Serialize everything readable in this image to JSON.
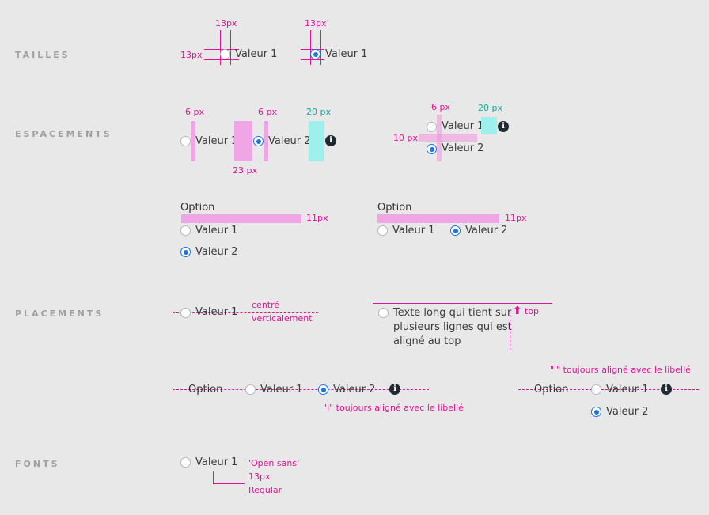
{
  "sections": {
    "tailles": "TAILLES",
    "espacements": "ESPACEMENTS",
    "placements": "PLACEMENTS",
    "fonts": "FONTS"
  },
  "values": {
    "valeur1": "Valeur 1",
    "valeur2": "Valeur 2",
    "option": "Option",
    "info_symbol": "i"
  },
  "annotations": {
    "px13": "13px",
    "px6": "6 px",
    "px20": "20 px",
    "px23": "23 px",
    "px10": "10 px",
    "px11": "11px",
    "centre": "centré",
    "verticalement": "verticalement",
    "top": "top",
    "long_text": "Texte long qui tient sur plusieurs lignes qui est aligné au top",
    "i_aligned": "\"i\" toujours aligné avec le libellé",
    "font_family": "'Open sans'",
    "font_size": "13px",
    "font_weight": "Regular"
  },
  "colors": {
    "annotation": "#e0149a",
    "spacing_pink": "#f0a6e6",
    "spacing_teal": "#9ff0ec",
    "radio_checked": "#1a73e8"
  }
}
